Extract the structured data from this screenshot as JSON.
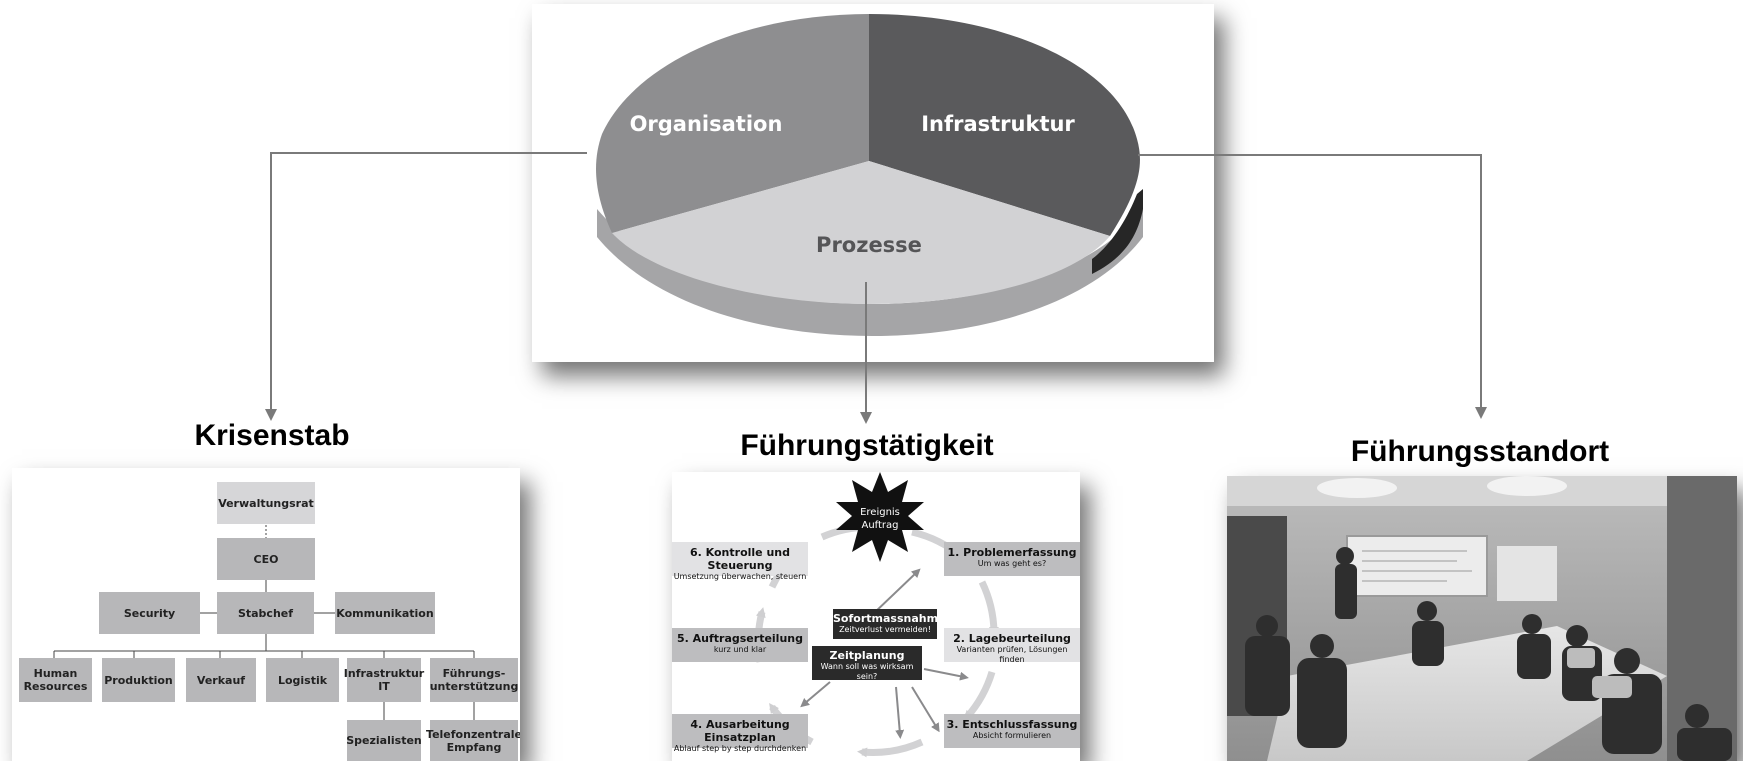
{
  "pie": {
    "organisation": "Organisation",
    "infrastruktur": "Infrastruktur",
    "prozesse": "Prozesse"
  },
  "headings": {
    "krisenstab": "Krisenstab",
    "fuehrungstaetigkeit": "Führungstätigkeit",
    "fuehrungsstandort": "Führungsstandort"
  },
  "org_chart": {
    "verwaltungsrat": "Verwaltungsrat",
    "ceo": "CEO",
    "security": "Security",
    "stabchef": "Stabchef",
    "kommunikation": "Kommunikation",
    "human_resources": "Human\nResources",
    "produktion": "Produktion",
    "verkauf": "Verkauf",
    "logistik": "Logistik",
    "infrastruktur_it": "Infrastruktur\nIT",
    "fuehrungsunterstuetzung": "Führungs-\nunterstützung",
    "spezialisten": "Spezialisten",
    "telefonzentrale": "Telefonzentrale\nEmpfang"
  },
  "cycle": {
    "ereignis": "Ereignis",
    "auftrag": "Auftrag",
    "step1_title": "1. Problemerfassung",
    "step1_sub": "Um was geht es?",
    "step2_title": "2. Lagebeurteilung",
    "step2_sub": "Varianten prüfen, Lösungen finden",
    "step3_title": "3. Entschlussfassung",
    "step3_sub": "Absicht formulieren",
    "step4_title": "4. Ausarbeitung Einsatzplan",
    "step4_sub": "Ablauf step by step durchdenken",
    "step5_title": "5. Auftragserteilung",
    "step5_sub": "kurz und klar",
    "step6_title": "6. Kontrolle und Steuerung",
    "step6_sub": "Umsetzung überwachen, steuern",
    "sofort_title": "Sofortmassnahmen",
    "sofort_sub": "Zeitverlust vermeiden!",
    "zeit_title": "Zeitplanung",
    "zeit_sub": "Wann soll was wirksam sein?"
  },
  "colors": {
    "organisation": "#8e8e90",
    "infrastruktur": "#5a5a5c",
    "prozesse": "#d2d2d4",
    "connector": "#7a7a7a"
  },
  "photo": {
    "icon": "meeting-room-photo"
  }
}
